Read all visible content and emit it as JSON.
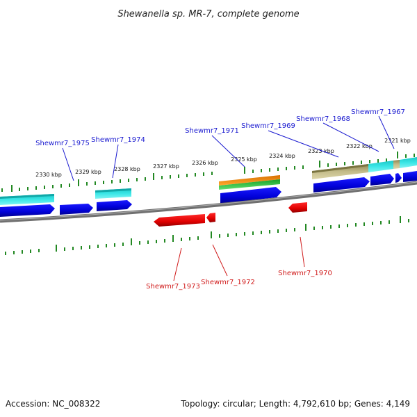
{
  "title": "Shewanella sp. MR-7, complete genome",
  "footer": {
    "accession": "Accession: NC_008322",
    "topology": "Topology: circular; Length: 4,792,610 bp; Genes: 4,149"
  },
  "scale_labels": [
    "2330 kbp",
    "2329 kbp",
    "2328 kbp",
    "2327 kbp",
    "2326 kbp",
    "2325 kbp",
    "2324 kbp",
    "2323 kbp",
    "2322 kbp",
    "2321 kbp"
  ],
  "genes_forward": [
    "Shewmr7_1975",
    "Shewmr7_1974",
    "Shewmr7_1971",
    "Shewmr7_1969",
    "Shewmr7_1968",
    "Shewmr7_1967"
  ],
  "genes_reverse": [
    "Shewmr7_1973",
    "Shewmr7_1972",
    "Shewmr7_1970"
  ],
  "colors": {
    "forward_gene": "#0000e0",
    "reverse_gene": "#e00000",
    "cyan_track": "#22d8d8",
    "teal_track": "#10b0b0",
    "orange_track": "#f08a10",
    "green_track": "#2ec040",
    "khaki_track": "#b8b07a",
    "backbone": "#808080",
    "tick": "#228822"
  }
}
